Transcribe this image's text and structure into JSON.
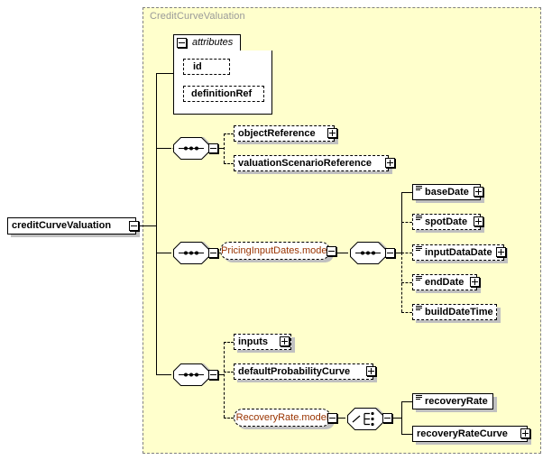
{
  "diagram": {
    "kind": "xsd-schema-diagram",
    "root_element": {
      "label": "creditCurveValuation",
      "required": true,
      "expander": "minus"
    },
    "type_panel": {
      "title": "CreditCurveValuation"
    },
    "attributes_group": {
      "label": "attributes",
      "expander": "minus",
      "items": [
        {
          "label": "id",
          "required": false
        },
        {
          "label": "definitionRef",
          "required": false
        }
      ]
    },
    "compositors": {
      "sequence_top": {
        "type": "sequence",
        "expander": "minus"
      },
      "sequence_dates_outer": {
        "type": "sequence",
        "expander": "minus"
      },
      "sequence_dates_inner": {
        "type": "sequence",
        "expander": "minus"
      },
      "sequence_bottom": {
        "type": "sequence",
        "expander": "minus"
      },
      "choice_recovery": {
        "type": "choice",
        "expander": "minus"
      }
    },
    "groups": [
      {
        "label": "PricingInputDates.model",
        "required": false,
        "expander": "minus"
      },
      {
        "label": "RecoveryRate.model",
        "required": false,
        "expander": "minus"
      }
    ],
    "nodes": {
      "references": [
        {
          "label": "objectReference",
          "required": false,
          "expander": "plus"
        },
        {
          "label": "valuationScenarioReference",
          "required": false,
          "expander": "plus"
        }
      ],
      "dates": [
        {
          "label": "baseDate",
          "required": true,
          "expander": "plus",
          "seqmark": true
        },
        {
          "label": "spotDate",
          "required": false,
          "expander": "plus",
          "seqmark": true
        },
        {
          "label": "inputDataDate",
          "required": false,
          "expander": "plus",
          "seqmark": true
        },
        {
          "label": "endDate",
          "required": false,
          "expander": "plus",
          "seqmark": true
        },
        {
          "label": "buildDateTime",
          "required": false,
          "expander": "none",
          "seqmark": true
        }
      ],
      "inputs_group": [
        {
          "label": "inputs",
          "required": false,
          "expander": "plus"
        },
        {
          "label": "defaultProbabilityCurve",
          "required": false,
          "expander": "plus"
        }
      ],
      "recovery": [
        {
          "label": "recoveryRate",
          "required": true,
          "expander": "none",
          "seqmark": true
        },
        {
          "label": "recoveryRateCurve",
          "required": true,
          "expander": "plus"
        }
      ]
    },
    "colors": {
      "panel_background": "#ffffcc",
      "panel_border": "#808080",
      "panel_title": "#999999",
      "node_background": "#ffffff",
      "node_border": "#000000",
      "group_text": "#993300",
      "shadow": "#c0c0c0",
      "page_background": "#ffffff"
    }
  }
}
